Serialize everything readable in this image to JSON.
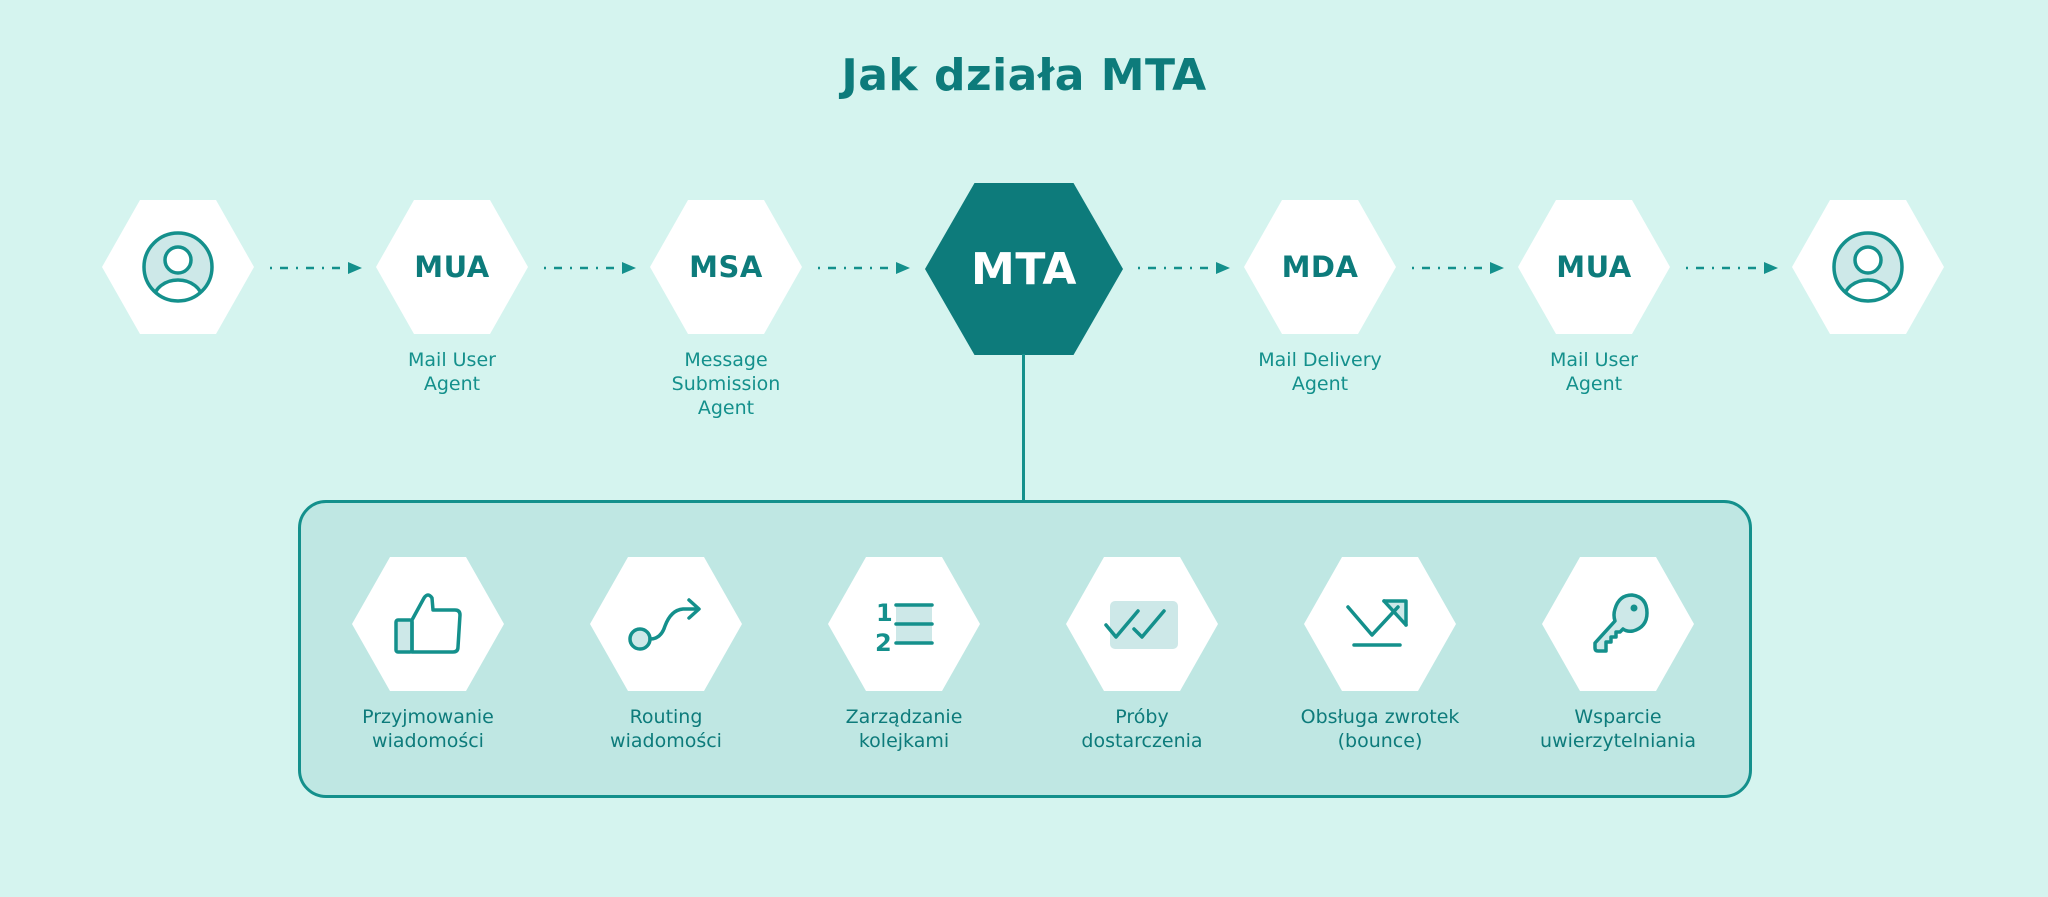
{
  "title": "Jak działa MTA",
  "colors": {
    "background": "#d5f4ef",
    "primary": "#0d7b7b",
    "accent": "#14908c",
    "box_fill": "#bfe7e3",
    "icon_fill": "#cde8e8",
    "hex_fill": "#ffffff"
  },
  "flow": {
    "nodes": [
      {
        "id": "sender",
        "type": "user-icon",
        "label": "",
        "caption": ""
      },
      {
        "id": "mua-1",
        "type": "text",
        "label": "MUA",
        "caption": "Mail User Agent",
        "caption_lines": [
          "Mail User",
          "Agent"
        ]
      },
      {
        "id": "msa",
        "type": "text",
        "label": "MSA",
        "caption": "Message Submission Agent",
        "caption_lines": [
          "Message",
          "Submission",
          "Agent"
        ]
      },
      {
        "id": "mta",
        "type": "text-highlight",
        "label": "MTA",
        "caption": ""
      },
      {
        "id": "mda",
        "type": "text",
        "label": "MDA",
        "caption": "Mail Delivery Agent",
        "caption_lines": [
          "Mail Delivery",
          "Agent"
        ]
      },
      {
        "id": "mua-2",
        "type": "text",
        "label": "MUA",
        "caption": "Mail User Agent",
        "caption_lines": [
          "Mail User",
          "Agent"
        ]
      },
      {
        "id": "recipient",
        "type": "user-icon",
        "label": "",
        "caption": ""
      }
    ],
    "arrows": [
      {
        "from": "sender",
        "to": "mua-1",
        "style": "dashed"
      },
      {
        "from": "mua-1",
        "to": "msa",
        "style": "dashed"
      },
      {
        "from": "msa",
        "to": "mta",
        "style": "dashed"
      },
      {
        "from": "mta",
        "to": "mda",
        "style": "dashed"
      },
      {
        "from": "mda",
        "to": "mua-2",
        "style": "dashed"
      },
      {
        "from": "mua-2",
        "to": "recipient",
        "style": "dashed"
      }
    ]
  },
  "mta_functions": {
    "items": [
      {
        "icon": "thumbs-up-icon",
        "lines": [
          "Przyjmowanie",
          "wiadomości"
        ]
      },
      {
        "icon": "route-icon",
        "lines": [
          "Routing",
          "wiadomości"
        ]
      },
      {
        "icon": "numbered-list-icon",
        "lines": [
          "Zarządzanie",
          "kolejkami"
        ]
      },
      {
        "icon": "double-check-icon",
        "lines": [
          "Próby",
          "dostarczenia"
        ]
      },
      {
        "icon": "bounce-arrow-icon",
        "lines": [
          "Obsługa zwrotek",
          "(bounce)"
        ]
      },
      {
        "icon": "key-icon",
        "lines": [
          "Wsparcie",
          "uwierzytelniania"
        ]
      }
    ]
  }
}
